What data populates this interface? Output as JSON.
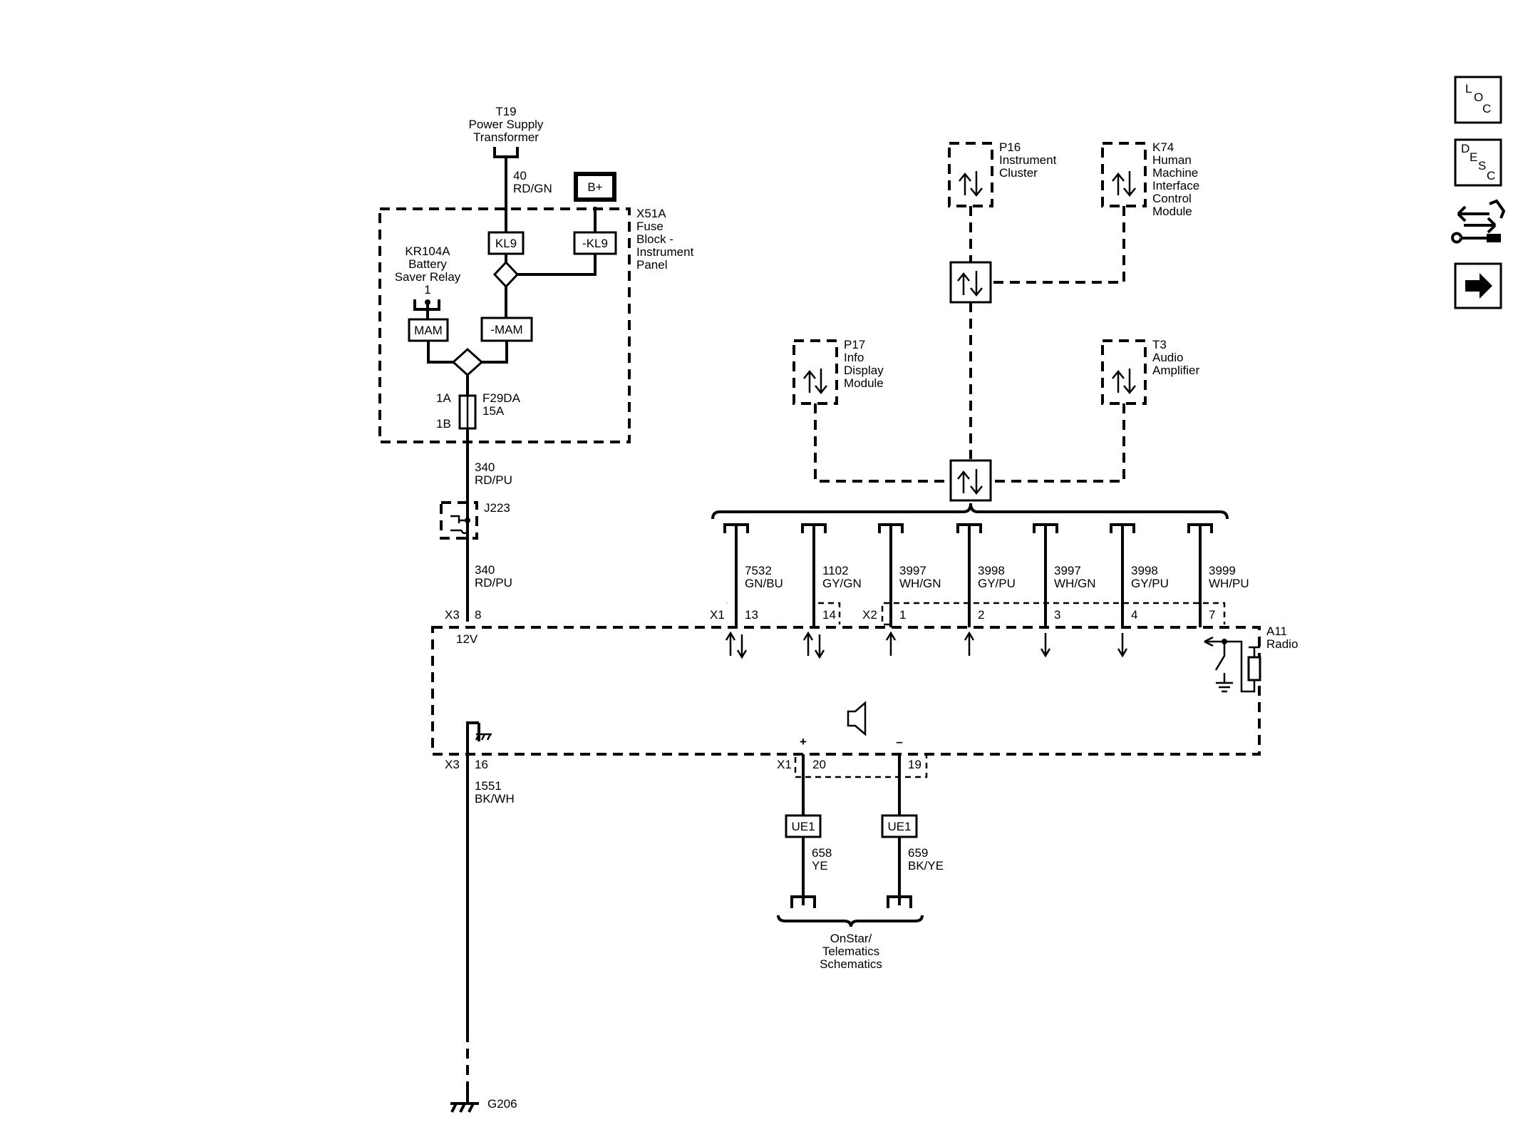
{
  "nav": {
    "loc_label": [
      "L",
      "O",
      "C"
    ],
    "desc_label": [
      "D",
      "E",
      "S",
      "C"
    ],
    "connector_icon": "connector-wrench-icon",
    "next_icon": "arrow-right-icon"
  },
  "power": {
    "t19": [
      "T19",
      "Power Supply",
      "Transformer"
    ],
    "w40": [
      "40",
      "RD/GN"
    ],
    "bplus": "B+",
    "x51a": [
      "X51A",
      "Fuse",
      "Block -",
      "Instrument",
      "Panel"
    ],
    "kl9": "KL9",
    "nkl9": "-KL9",
    "kr104a": [
      "KR104A",
      "Battery",
      "Saver Relay"
    ],
    "pin1": "1",
    "mam": "MAM",
    "nmam": "-MAM",
    "pin1a": "1A",
    "pin1b": "1B",
    "fuse": [
      "F29DA",
      "15A"
    ],
    "w340a": [
      "340",
      "RD/PU"
    ],
    "j223": "J223",
    "w340b": [
      "340",
      "RD/PU"
    ],
    "x3": "X3",
    "pin8": "8",
    "v12": "12V"
  },
  "modules": {
    "p16": [
      "P16",
      "Instrument",
      "Cluster"
    ],
    "k74": [
      "K74",
      "Human",
      "Machine",
      "Interface",
      "Control",
      "Module"
    ],
    "p17": [
      "P17",
      "Info",
      "Display",
      "Module"
    ],
    "t3": [
      "T3",
      "Audio",
      "Amplifier"
    ]
  },
  "bus": {
    "wires": [
      [
        "7532",
        "GN/BU"
      ],
      [
        "1102",
        "GY/GN"
      ],
      [
        "3997",
        "WH/GN"
      ],
      [
        "3998",
        "GY/PU"
      ],
      [
        "3997",
        "WH/GN"
      ],
      [
        "3998",
        "GY/PU"
      ],
      [
        "3999",
        "WH/PU"
      ]
    ],
    "pins": [
      "13",
      "14",
      "1",
      "2",
      "3",
      "4",
      "7"
    ],
    "x1": "X1",
    "x2": "X2"
  },
  "radio": {
    "label": [
      "A11",
      "Radio"
    ],
    "x3": "X3",
    "pin16": "16",
    "w1551": [
      "1551",
      "BK/WH"
    ],
    "plus": "+",
    "minus": "–",
    "x1": "X1",
    "pin20": "20",
    "pin19": "19",
    "ue1a": "UE1",
    "ue1b": "UE1",
    "w658": [
      "658",
      "YE"
    ],
    "w659": [
      "659",
      "BK/YE"
    ],
    "onstar": [
      "OnStar/",
      "Telematics",
      "Schematics"
    ],
    "g206": "G206"
  }
}
